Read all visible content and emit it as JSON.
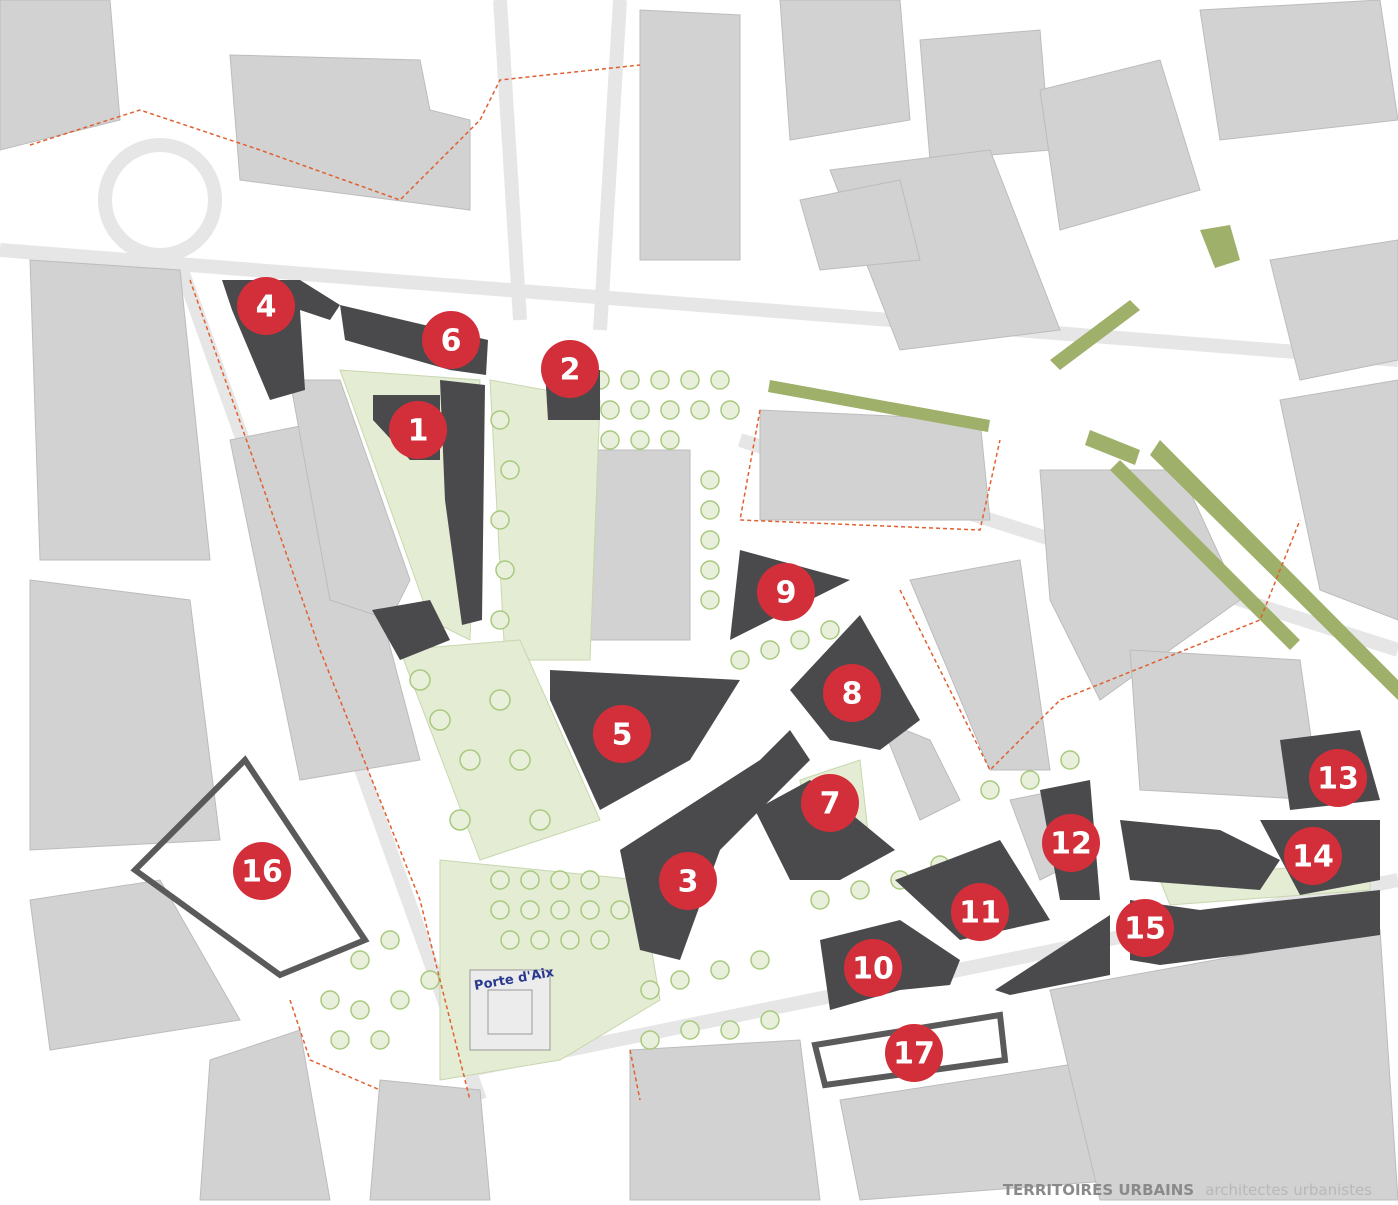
{
  "markers": [
    "1",
    "2",
    "3",
    "4",
    "5",
    "6",
    "7",
    "8",
    "9",
    "10",
    "11",
    "12",
    "13",
    "14",
    "15",
    "16",
    "17"
  ],
  "landmark_label": "Porte d'Aix",
  "credit": {
    "brand": "TERRITOIRES URBAINS",
    "suffix": "architectes urbanistes"
  },
  "colors": {
    "background": "#ffffff",
    "existing_building": "#d2d2d2",
    "new_building": "#4a4a4d",
    "marker": "#d32f3a",
    "green_space": "#e4ecd4",
    "tree": "#a9c97e",
    "boundary": "#e06030",
    "landmark_label": "#2a3a8f"
  }
}
